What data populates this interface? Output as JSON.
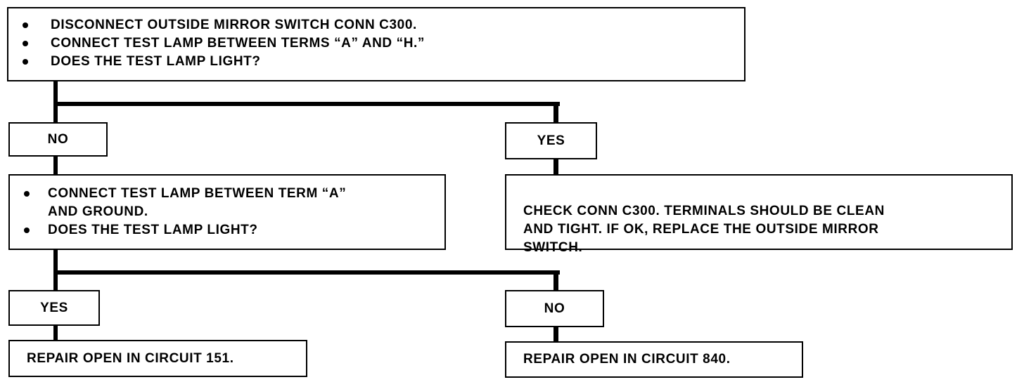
{
  "step1": {
    "lines": [
      "DISCONNECT OUTSIDE MIRROR SWITCH CONN C300.",
      "CONNECT TEST LAMP BETWEEN TERMS “A” AND “H.”",
      "DOES THE TEST LAMP LIGHT?"
    ]
  },
  "branch1": {
    "no_label": "NO",
    "yes_label": "YES"
  },
  "step2": {
    "items": [
      "CONNECT TEST LAMP BETWEEN TERM “A”\nAND GROUND.",
      "DOES THE TEST LAMP LIGHT?"
    ]
  },
  "yes_result1": "CHECK CONN C300.  TERMINALS SHOULD BE CLEAN\nAND TIGHT.  IF OK, REPLACE THE OUTSIDE MIRROR\nSWITCH.",
  "branch2": {
    "yes_label": "YES",
    "no_label": "NO"
  },
  "result_yes2": "REPAIR OPEN IN CIRCUIT 151.",
  "result_no2": "REPAIR OPEN IN CIRCUIT 840."
}
